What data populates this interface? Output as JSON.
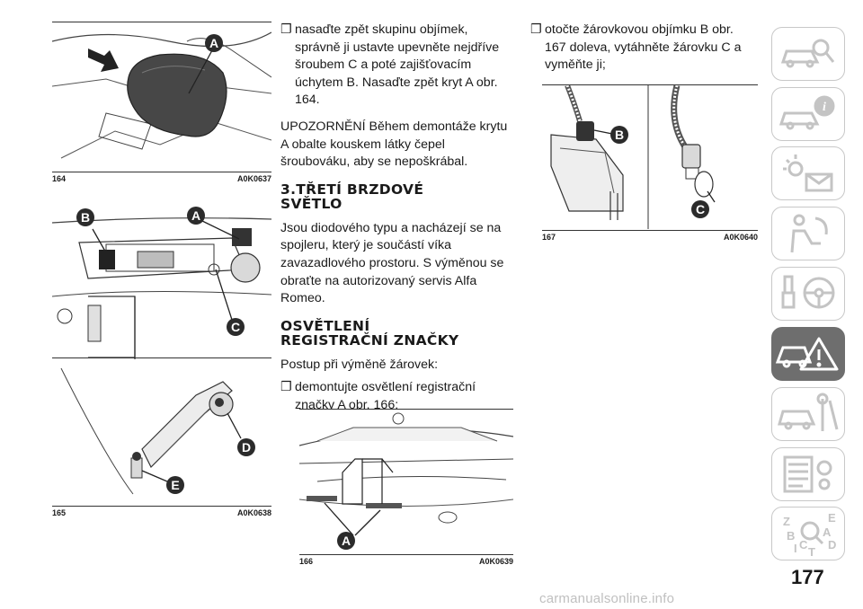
{
  "figures": [
    {
      "number": "164",
      "code": "A0K0637",
      "labels": [
        "A"
      ]
    },
    {
      "number": "165",
      "code": "A0K0638",
      "labels": [
        "B",
        "A",
        "C",
        "D",
        "E"
      ]
    },
    {
      "number": "166",
      "code": "A0K0639",
      "labels": [
        "A"
      ]
    },
    {
      "number": "167",
      "code": "A0K0640",
      "labels": [
        "B",
        "C"
      ]
    }
  ],
  "column_middle": {
    "bullet_box": "❐",
    "intro_bullet_lines": [
      "nasaďte zpět skupinu objímek,",
      "správně ji ustavte upevněte nejdříve",
      "šroubem C a poté zajišťovacím",
      "úchytem B. Nasaďte zpět kryt A obr.",
      "164."
    ],
    "warning_lines": [
      "UPOZORNĚNÍ Během demontáže krytu",
      "A obalte kouskem látky čepel",
      "šroubováku, aby se nepoškrábal."
    ],
    "heading_brake": [
      "3.TŘETÍ BRZDOVÉ",
      "SVĚTLO"
    ],
    "brake_lines": [
      "Jsou diodového typu a nacházejí se na",
      "spojleru, který je součástí víka",
      "zavazadlového prostoru. S výměnou se",
      "obraťte na autorizovaný servis Alfa",
      "Romeo."
    ],
    "heading_plate": [
      "OSVĚTLENÍ",
      "REGISTRAČNÍ ZNAČKY"
    ],
    "plate_intro": "Postup při výměně žárovek:",
    "plate_bullet_lines": [
      "demontujte osvětlení registrační",
      "značky A obr. 166;"
    ]
  },
  "column_right": {
    "bullet_lines": [
      "otočte žárovkovou objímku B obr.",
      "167 doleva, vytáhněte žárovku C a",
      "vyměňte ji;"
    ]
  },
  "sidebar": {
    "tabs": [
      {
        "icon": "car-search-icon",
        "active": false
      },
      {
        "icon": "car-info-icon",
        "active": false
      },
      {
        "icon": "warning-lights-mail-icon",
        "active": false
      },
      {
        "icon": "seat-airbag-icon",
        "active": false
      },
      {
        "icon": "key-steering-wheel-icon",
        "active": false
      },
      {
        "icon": "car-breakdown-warning-icon",
        "active": true
      },
      {
        "icon": "car-wrench-icon",
        "active": false
      },
      {
        "icon": "specifications-gear-icon",
        "active": false
      },
      {
        "icon": "alphabet-index-icon",
        "active": false
      }
    ],
    "index_letters": [
      "Z",
      "E",
      "B",
      "A",
      "I",
      "C",
      "T",
      "D"
    ]
  },
  "page_number": "177",
  "watermark": "carmanualsonline.info",
  "colors": {
    "callout": "#2b2b2b",
    "active_tab": "#6e6e6e",
    "tab_border": "#c8c8c8",
    "watermark": "#c0c0c0"
  }
}
